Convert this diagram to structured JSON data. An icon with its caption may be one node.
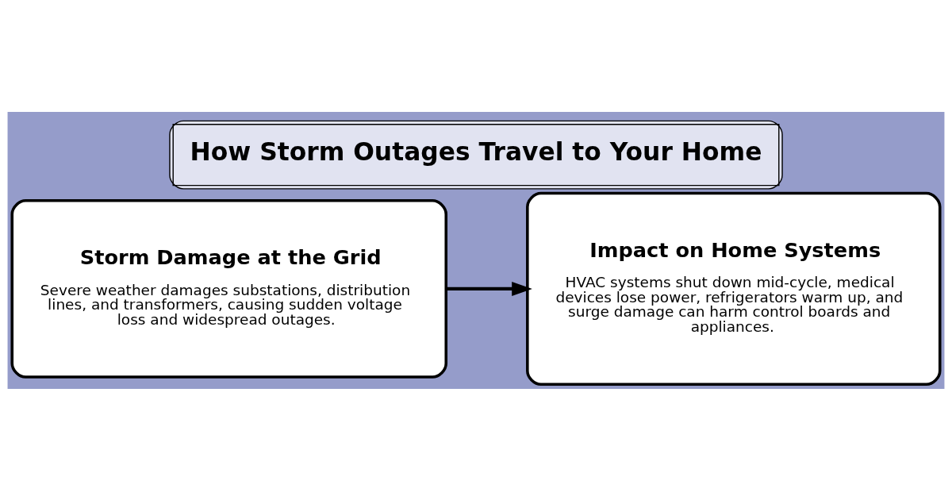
{
  "diagram": {
    "title": "How Storm Outages Travel to Your Home",
    "nodes": [
      {
        "text": [
          "Storm Damage at the Grid",
          "Severe weather damages substations, distribution lines, and transformers, causing sudden voltage loss and widespread outages."
        ]
      },
      {
        "text": [
          "Impact on Home Systems",
          "HVAC systems shut down mid-cycle, medical devices lose power, refrigerators warm up, and surge damage can harm control boards and appliances."
        ]
      }
    ],
    "edges": [
      {
        "from": 0,
        "to": 1,
        "arrow": "to"
      }
    ]
  }
}
